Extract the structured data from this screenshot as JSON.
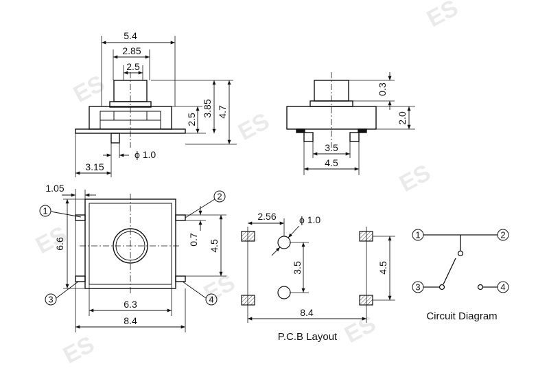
{
  "watermark": "ES",
  "side_view": {
    "dim_width_total": "5.4",
    "dim_width_mid": "2.85",
    "dim_width_stem": "2.5",
    "dim_h_stem": "2.5",
    "dim_h_mid": "3.85",
    "dim_h_total": "4.7",
    "dim_peg_dia": "ϕ 1.0",
    "dim_peg_offset": "3.15"
  },
  "end_view": {
    "dim_top": "0.3",
    "dim_height": "2.0",
    "dim_inner": "3.5",
    "dim_outer": "4.5"
  },
  "top_view": {
    "dim_leg_offset": "1.05",
    "dim_height": "6.6",
    "dim_leg_width": "0.7",
    "dim_leg_span": "4.5",
    "dim_body_width": "6.3",
    "dim_overall_width": "8.4",
    "callouts": [
      "1",
      "2",
      "3",
      "4"
    ]
  },
  "pcb": {
    "caption": "P.C.B Layout",
    "dim_hole_offset": "2.56",
    "dim_hole_dia": "ϕ 1.0",
    "dim_hole_spacing": "3.5",
    "dim_pad_vertical": "4.5",
    "dim_pad_horizontal": "8.4"
  },
  "circuit": {
    "caption": "Circuit Diagram",
    "pins": [
      "1",
      "2",
      "3",
      "4"
    ]
  }
}
